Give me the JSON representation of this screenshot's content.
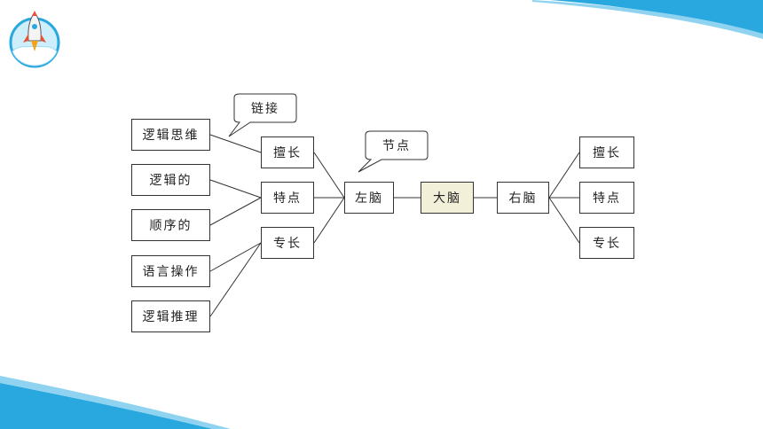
{
  "diagram": {
    "callouts": {
      "link": "链接",
      "node": "节点"
    },
    "left_items": [
      "逻辑思维",
      "逻辑的",
      "顺序的",
      "语言操作",
      "逻辑推理"
    ],
    "left_mid": [
      "擅长",
      "特点",
      "专长"
    ],
    "left_brain": "左脑",
    "center": "大脑",
    "right_brain": "右脑",
    "right_items": [
      "擅长",
      "特点",
      "专长"
    ]
  },
  "colors": {
    "accent": "#29a8e0",
    "center_fill": "#f3f0d9"
  }
}
